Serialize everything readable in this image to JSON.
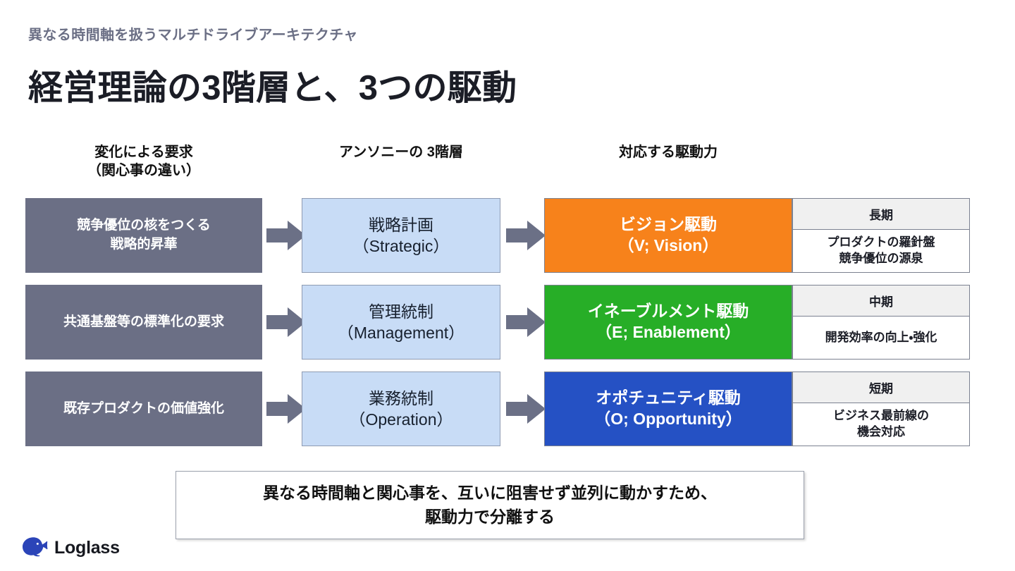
{
  "header": {
    "eyebrow": "異なる時間軸を扱うマルチドライブアーキテクチャ",
    "title": "経営理論の3階層と、3つの駆動"
  },
  "columns": {
    "demand_heading": "変化による要求\n（関心事の違い）",
    "tier_heading": "アンソニーの 3階層",
    "driver_heading": "対応する駆動力"
  },
  "rows": [
    {
      "demand": "競争優位の核をつくる\n戦略的昇華",
      "tier": "戦略計画\n（Strategic）",
      "driver": "ビジョン駆動\n（V; Vision）",
      "driver_color": "#f7821b",
      "horizon": "長期",
      "detail": "プロダクトの羅針盤\n競争優位の源泉"
    },
    {
      "demand": "共通基盤等の標準化の要求",
      "tier": "管理統制\n（Management）",
      "driver": "イネーブルメント駆動\n（E; Enablement）",
      "driver_color": "#27ae27",
      "horizon": "中期",
      "detail": "開発効率の向上・強化"
    },
    {
      "demand": "既存プロダクトの価値強化",
      "tier": "業務統制\n（Operation）",
      "driver": "オポチュニティ駆動\n（O; Opportunity）",
      "driver_color": "#2551c4",
      "horizon": "短期",
      "detail": "ビジネス最前線の\n機会対応"
    }
  ],
  "callout": {
    "text": "異なる時間軸と関心事を、互いに阻害せず並列に動かすため、\n駆動力で分離する"
  },
  "logo": {
    "name": "Loglass",
    "mark": "whale-icon",
    "color": "#2b44b8"
  },
  "palette": {
    "slate": "#6b6f85",
    "light_blue": "#c8dcf6",
    "arrow": "#6b7086",
    "detail_head": "#f0f0f0",
    "border": "#7b8190"
  }
}
